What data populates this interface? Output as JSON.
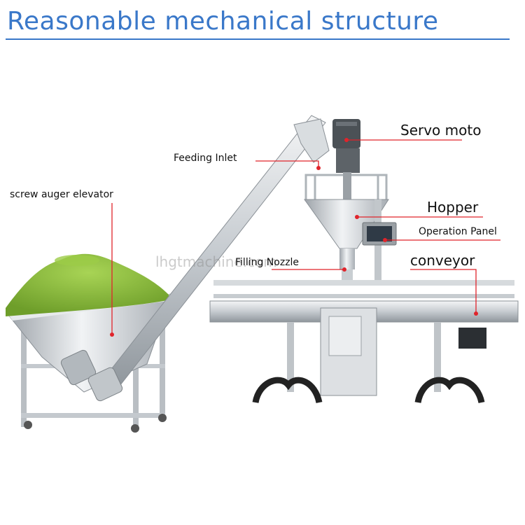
{
  "title": "Reasonable mechanical structure",
  "watermark": "lhgtmachine.com",
  "labels": {
    "servo_motor": "Servo moto",
    "feeding_inlet": "Feeding Inlet",
    "screw_auger_elevator": "screw auger elevator",
    "hopper": "Hopper",
    "operation_panel": "Operation Panel",
    "filling_nozzle": "Filling Nozzle",
    "conveyor": "conveyor"
  },
  "colors": {
    "title": "#3a78c9",
    "callout_line": "#e0242b",
    "powder": "#8cbf3a",
    "steel": "#d3d7db"
  }
}
